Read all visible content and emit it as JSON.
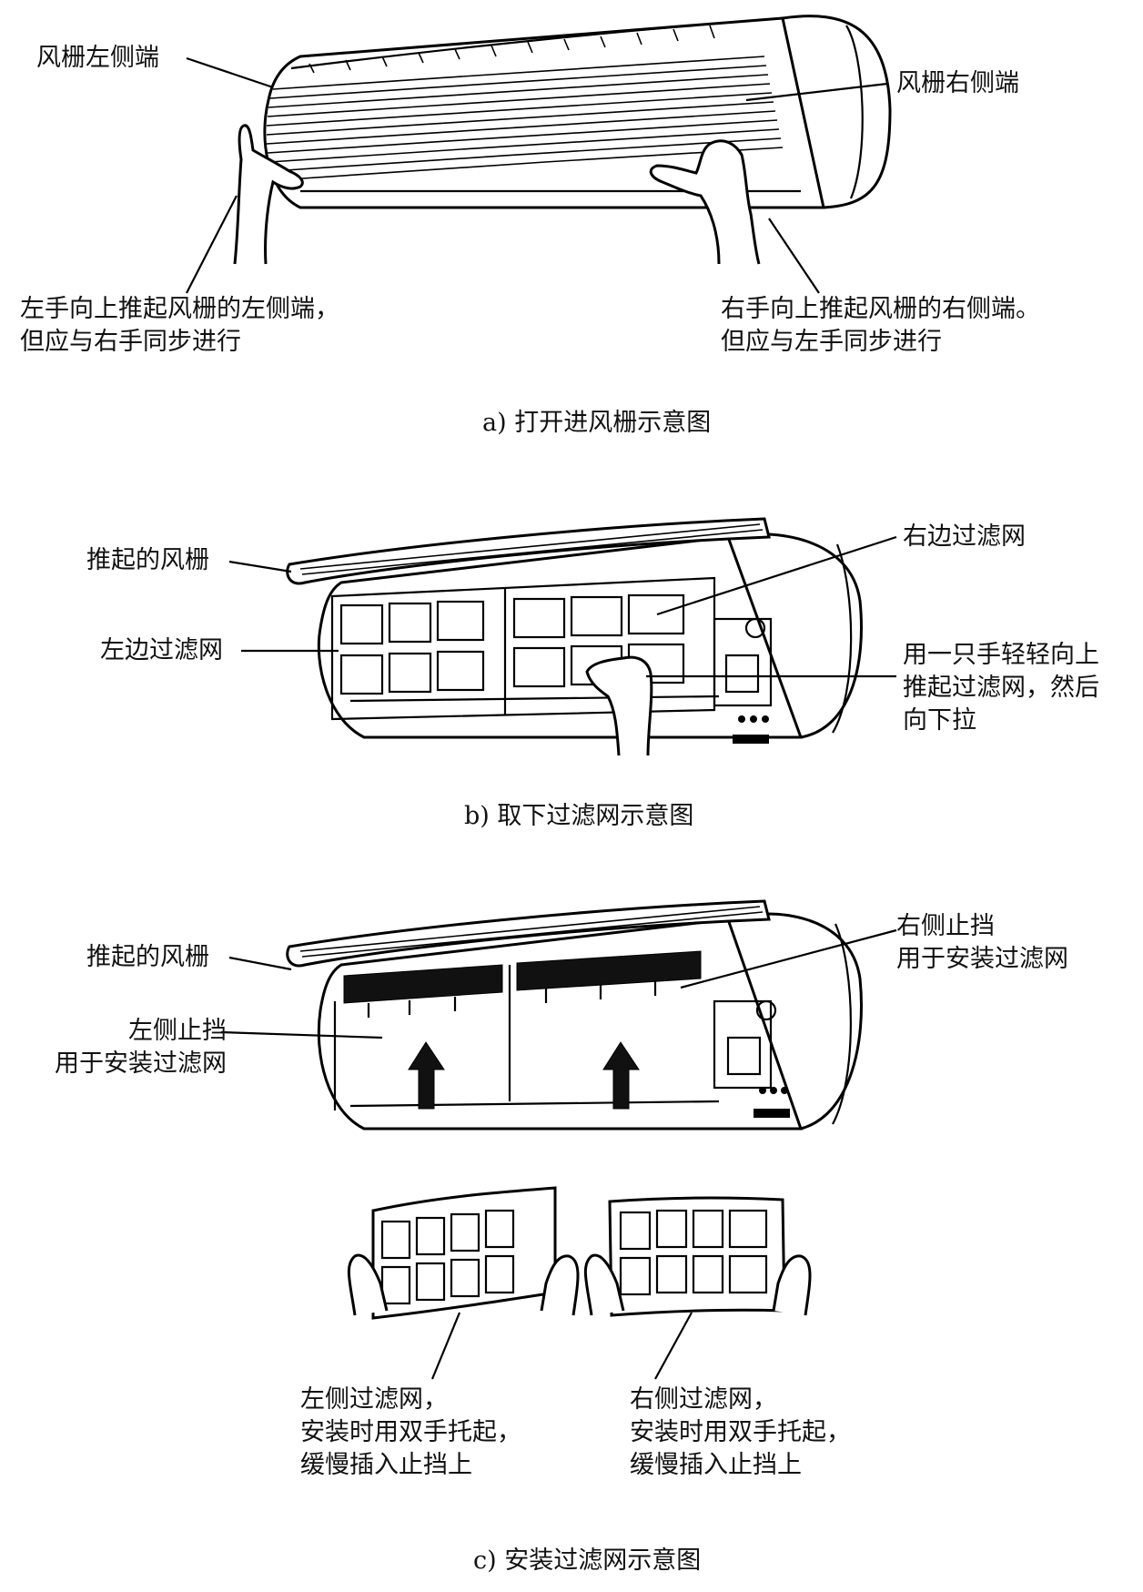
{
  "panel_a": {
    "label_left_end": "风栅左侧端",
    "label_right_end": "风栅右侧端",
    "note_left_hand": "左手向上推起风栅的左侧端，\n但应与右手同步进行",
    "note_right_hand": "右手向上推起风栅的右侧端。\n但应与左手同步进行",
    "caption": "a) 打开进风栅示意图"
  },
  "panel_b": {
    "label_raised_grille": "推起的风栅",
    "label_left_filter": "左边过滤网",
    "label_right_filter": "右边过滤网",
    "note_one_hand": "用一只手轻轻向上\n推起过滤网，然后\n向下拉",
    "caption": "b) 取下过滤网示意图"
  },
  "panel_c": {
    "label_raised_grille": "推起的风栅",
    "label_left_stop": "左侧止挡\n用于安装过滤网",
    "label_right_stop": "右侧止挡\n用于安装过滤网",
    "note_left_filter": "左侧过滤网，\n安装时用双手托起，\n缓慢插入止挡上",
    "note_right_filter": "右侧过滤网，\n安装时用双手托起，\n缓慢插入止挡上",
    "caption": "c) 安装过滤网示意图"
  }
}
